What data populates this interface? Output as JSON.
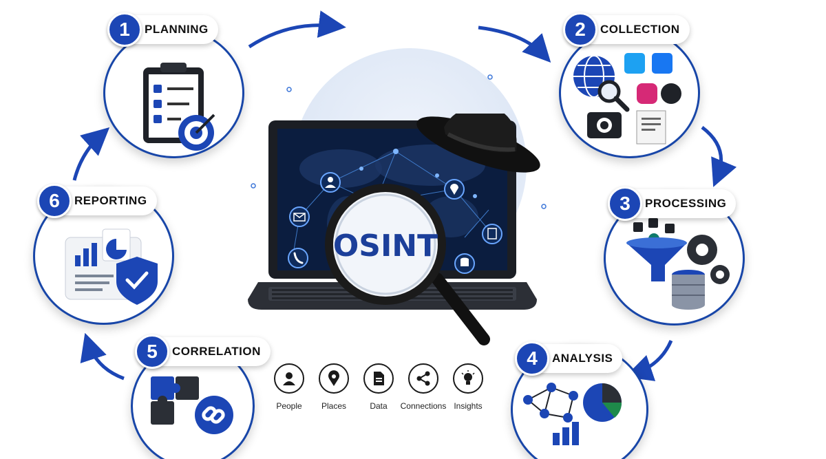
{
  "center": {
    "lens_text": "OSINT"
  },
  "stages": [
    {
      "number": "1",
      "label": "PLANNING"
    },
    {
      "number": "2",
      "label": "COLLECTION"
    },
    {
      "number": "3",
      "label": "PROCESSING"
    },
    {
      "number": "4",
      "label": "ANALYSIS"
    },
    {
      "number": "5",
      "label": "CORRELATION"
    },
    {
      "number": "6",
      "label": "REPORTING"
    }
  ],
  "categories": [
    {
      "label": "People",
      "icon": "person-icon"
    },
    {
      "label": "Places",
      "icon": "location-pin-icon"
    },
    {
      "label": "Data",
      "icon": "document-icon"
    },
    {
      "label": "Connections",
      "icon": "share-nodes-icon"
    },
    {
      "label": "Insights",
      "icon": "lightbulb-icon"
    }
  ],
  "colors": {
    "accent": "#1c46b5",
    "dark": "#1a1a1a",
    "screen": "#0b1d3f"
  }
}
